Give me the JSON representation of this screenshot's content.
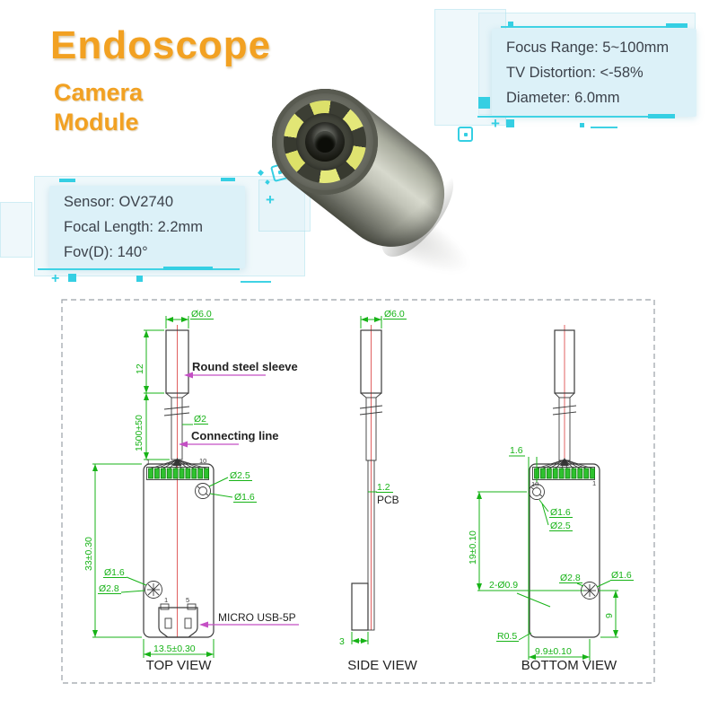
{
  "header": {
    "title": "Endoscope",
    "subtitle_line1": "Camera",
    "subtitle_line2": "Module"
  },
  "spec_right": {
    "lines": [
      "Focus Range: 5~100mm",
      "TV Distortion: <-58%",
      "Diameter: 6.0mm"
    ]
  },
  "spec_left": {
    "lines": [
      "Sensor: OV2740",
      "Focal Length: 2.2mm",
      "Fov(D): 140°"
    ]
  },
  "drawing": {
    "top": {
      "dia_sleeve": "Ø6.0",
      "len_sleeve": "12",
      "len_cable": "1500±50",
      "dia_cable": "Ø2",
      "sleeve_label": "Round steel sleeve",
      "cable_label": "Connecting line",
      "pin_first": "1",
      "pin_last": "10",
      "holeA_d1": "Ø2.5",
      "holeA_d2": "Ø1.6",
      "body_len": "33±0.30",
      "holeB_d1": "Ø1.6",
      "holeB_d2": "Ø2.8",
      "usb_pin_first": "1",
      "usb_pin_last": "5",
      "usb_label": "MICRO USB-5P",
      "body_width": "13.5±0.30",
      "title": "TOP VIEW"
    },
    "side": {
      "dia_sleeve": "Ø6.0",
      "pcb_thickness": "1.2",
      "pcb_label": "PCB",
      "usb_width": "3",
      "title": "SIDE VIEW"
    },
    "bottom": {
      "edge_offset": "1.6",
      "pin_last": "10",
      "pin_first": "1",
      "holeC_d1": "Ø1.6",
      "holeC_d2": "Ø2.5",
      "hole_spacing": "19±0.10",
      "small_holes": "2-Ø0.9",
      "holeD_d1": "Ø2.8",
      "holeD_d2": "Ø1.6",
      "edge_dist": "9",
      "corner_radius": "R0.5",
      "hole_offset_x": "9.9±0.10",
      "title": "BOTTOM VIEW"
    }
  },
  "colors": {
    "accent_orange": "#F2A122",
    "accent_cyan": "#35CFE3",
    "spec_box_bg": "#DCF1F8",
    "dimension_green": "#17B317",
    "centerline_red": "#E06060",
    "leader_magenta": "#C44FC4"
  }
}
